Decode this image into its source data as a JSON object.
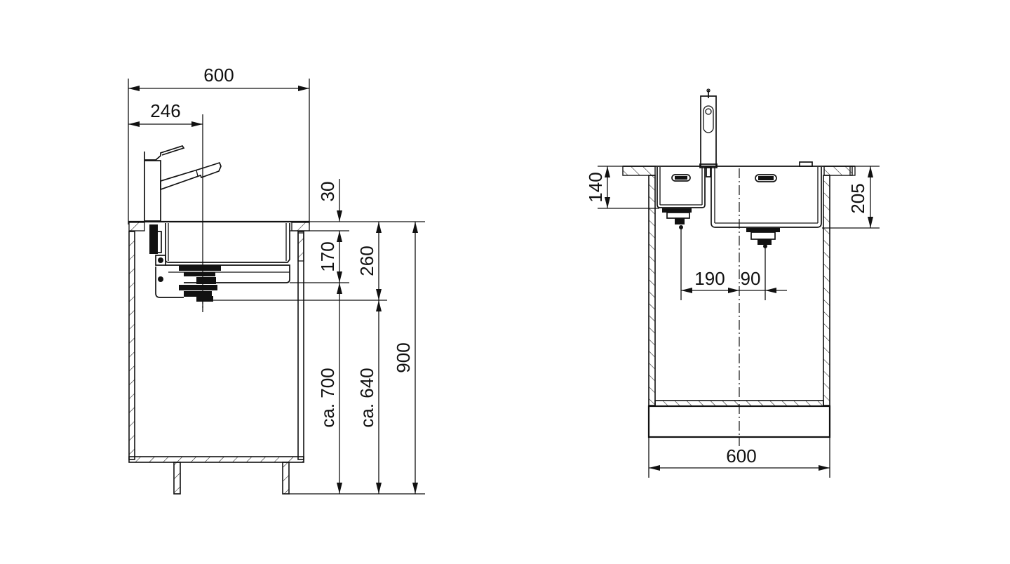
{
  "drawing": {
    "title": "Sink installation dimension drawing",
    "units": "mm",
    "line_color": "#111111",
    "background": "#ffffff"
  },
  "side_view": {
    "dimensions": {
      "cabinet_depth": "600",
      "tap_offset": "246",
      "worktop_thickness": "30",
      "bowl_depth": "170",
      "drain_depth": "260",
      "approx_height_700": "ca. 700",
      "approx_height_640": "ca. 640",
      "total_height": "900"
    }
  },
  "front_view": {
    "dimensions": {
      "small_bowl_depth": "140",
      "large_bowl_depth": "205",
      "small_drain_offset": "190",
      "large_drain_offset": "90",
      "cabinet_width": "600"
    }
  }
}
